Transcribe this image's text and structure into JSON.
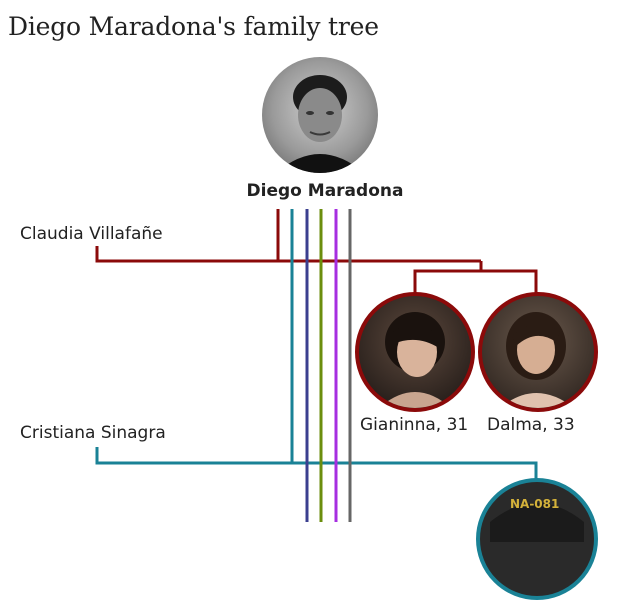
{
  "title": "Diego Maradona's family tree",
  "main": {
    "name": "Diego Maradona"
  },
  "partners": [
    {
      "name": "Claudia Villafañe",
      "color": "#8b0a0a"
    },
    {
      "name": "Cristiana Sinagra",
      "color": "#1a8296"
    }
  ],
  "children": [
    {
      "label": "Gianinna, 31"
    },
    {
      "label": "Dalma, 33"
    }
  ],
  "colors": {
    "claudia_line": "#8b0a0a",
    "cristiana_line": "#1a8296",
    "navy_line": "#3b3f8f",
    "olive_line": "#6b8e0d",
    "purple_line": "#a62ee0",
    "grey_line": "#666666"
  }
}
